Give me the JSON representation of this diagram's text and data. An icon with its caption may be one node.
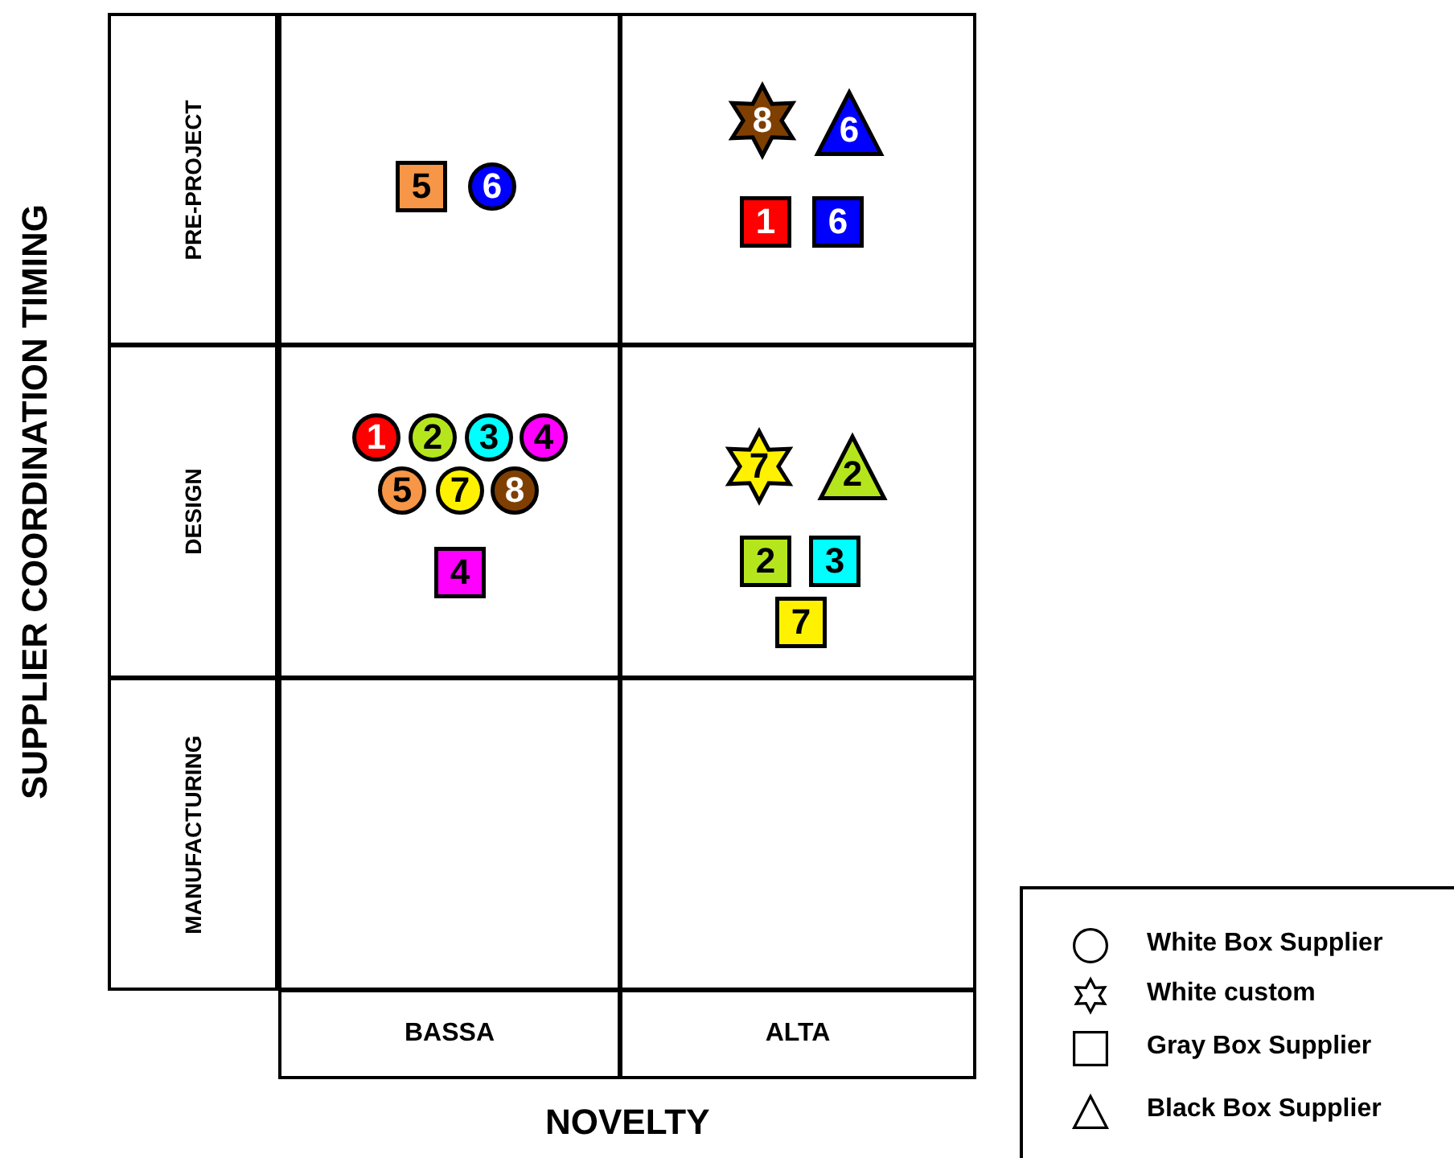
{
  "diagram": {
    "nodes": [
      {
        "text": [
          "PRE-PROJECT"
        ]
      },
      {
        "text": [],
        "shape": "box"
      },
      {
        "text": [
          "5"
        ],
        "in": 1
      },
      {
        "text": [
          "6"
        ],
        "in": 1
      },
      {
        "text": [],
        "shape": "box"
      },
      {
        "text": [
          "8"
        ],
        "in": 4
      },
      {
        "text": [
          "6"
        ],
        "in": 4
      },
      {
        "text": [
          "1"
        ],
        "in": 4
      },
      {
        "text": [
          "6"
        ],
        "in": 4
      },
      {
        "text": [
          "DESIGN"
        ]
      },
      {
        "text": [],
        "shape": "box"
      },
      {
        "text": [
          "1"
        ],
        "in": 10
      },
      {
        "text": [
          "2"
        ],
        "in": 10
      },
      {
        "text": [
          "3"
        ],
        "in": 10
      },
      {
        "text": [
          "4"
        ],
        "in": 10
      },
      {
        "text": [
          "5"
        ],
        "in": 10
      },
      {
        "text": [
          "7"
        ],
        "in": 10
      },
      {
        "text": [
          "8"
        ],
        "in": 10
      },
      {
        "text": [
          "4"
        ],
        "in": 10
      },
      {
        "text": [],
        "shape": "box"
      },
      {
        "text": [
          "7"
        ],
        "in": 19
      },
      {
        "text": [
          "2"
        ],
        "in": 19
      },
      {
        "text": [
          "2"
        ],
        "in": 19
      },
      {
        "text": [
          "3"
        ],
        "in": 19
      },
      {
        "text": [
          "7"
        ],
        "in": 19
      },
      {
        "text": [
          "MANUFACTURING"
        ]
      },
      {
        "text": [],
        "shape": "box"
      },
      {
        "text": [],
        "shape": "box"
      },
      {
        "text": [
          "BASSA"
        ]
      },
      {
        "text": [
          "ALTA"
        ]
      }
    ],
    "labels": [
      "SUPPLIER COORDINATION TIMING",
      "NOVELTY"
    ],
    "legend": [
      {
        "text": "White Box Supplier"
      },
      {
        "text": "White custom"
      },
      {
        "text": "Gray Box Supplier"
      },
      {
        "text": "Black Box Supplier"
      }
    ]
  }
}
